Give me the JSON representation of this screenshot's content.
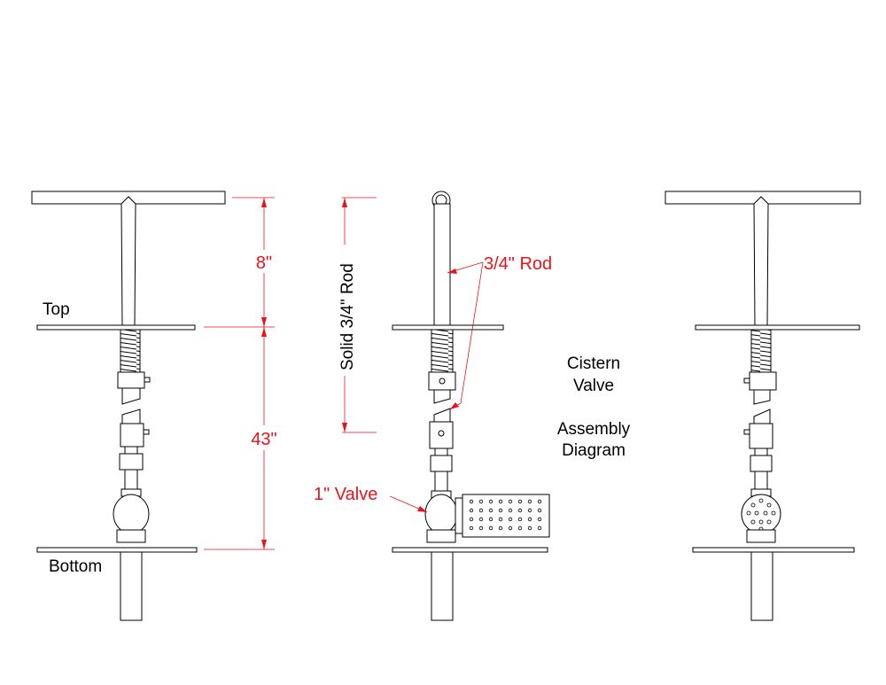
{
  "labels": {
    "top": "Top",
    "bottom": "Bottom",
    "title_line1": "Cistern",
    "title_line2": "Valve",
    "title_line3": "Assembly",
    "title_line4": "Diagram"
  },
  "dimensions": {
    "upper": "8\"",
    "lower": "43\"",
    "rod_length": "Solid 3/4\" Rod"
  },
  "callouts": {
    "rod": "3/4\" Rod",
    "valve": "1\" Valve"
  },
  "colors": {
    "drawing": "#000000",
    "annotation": "#e8141b"
  }
}
